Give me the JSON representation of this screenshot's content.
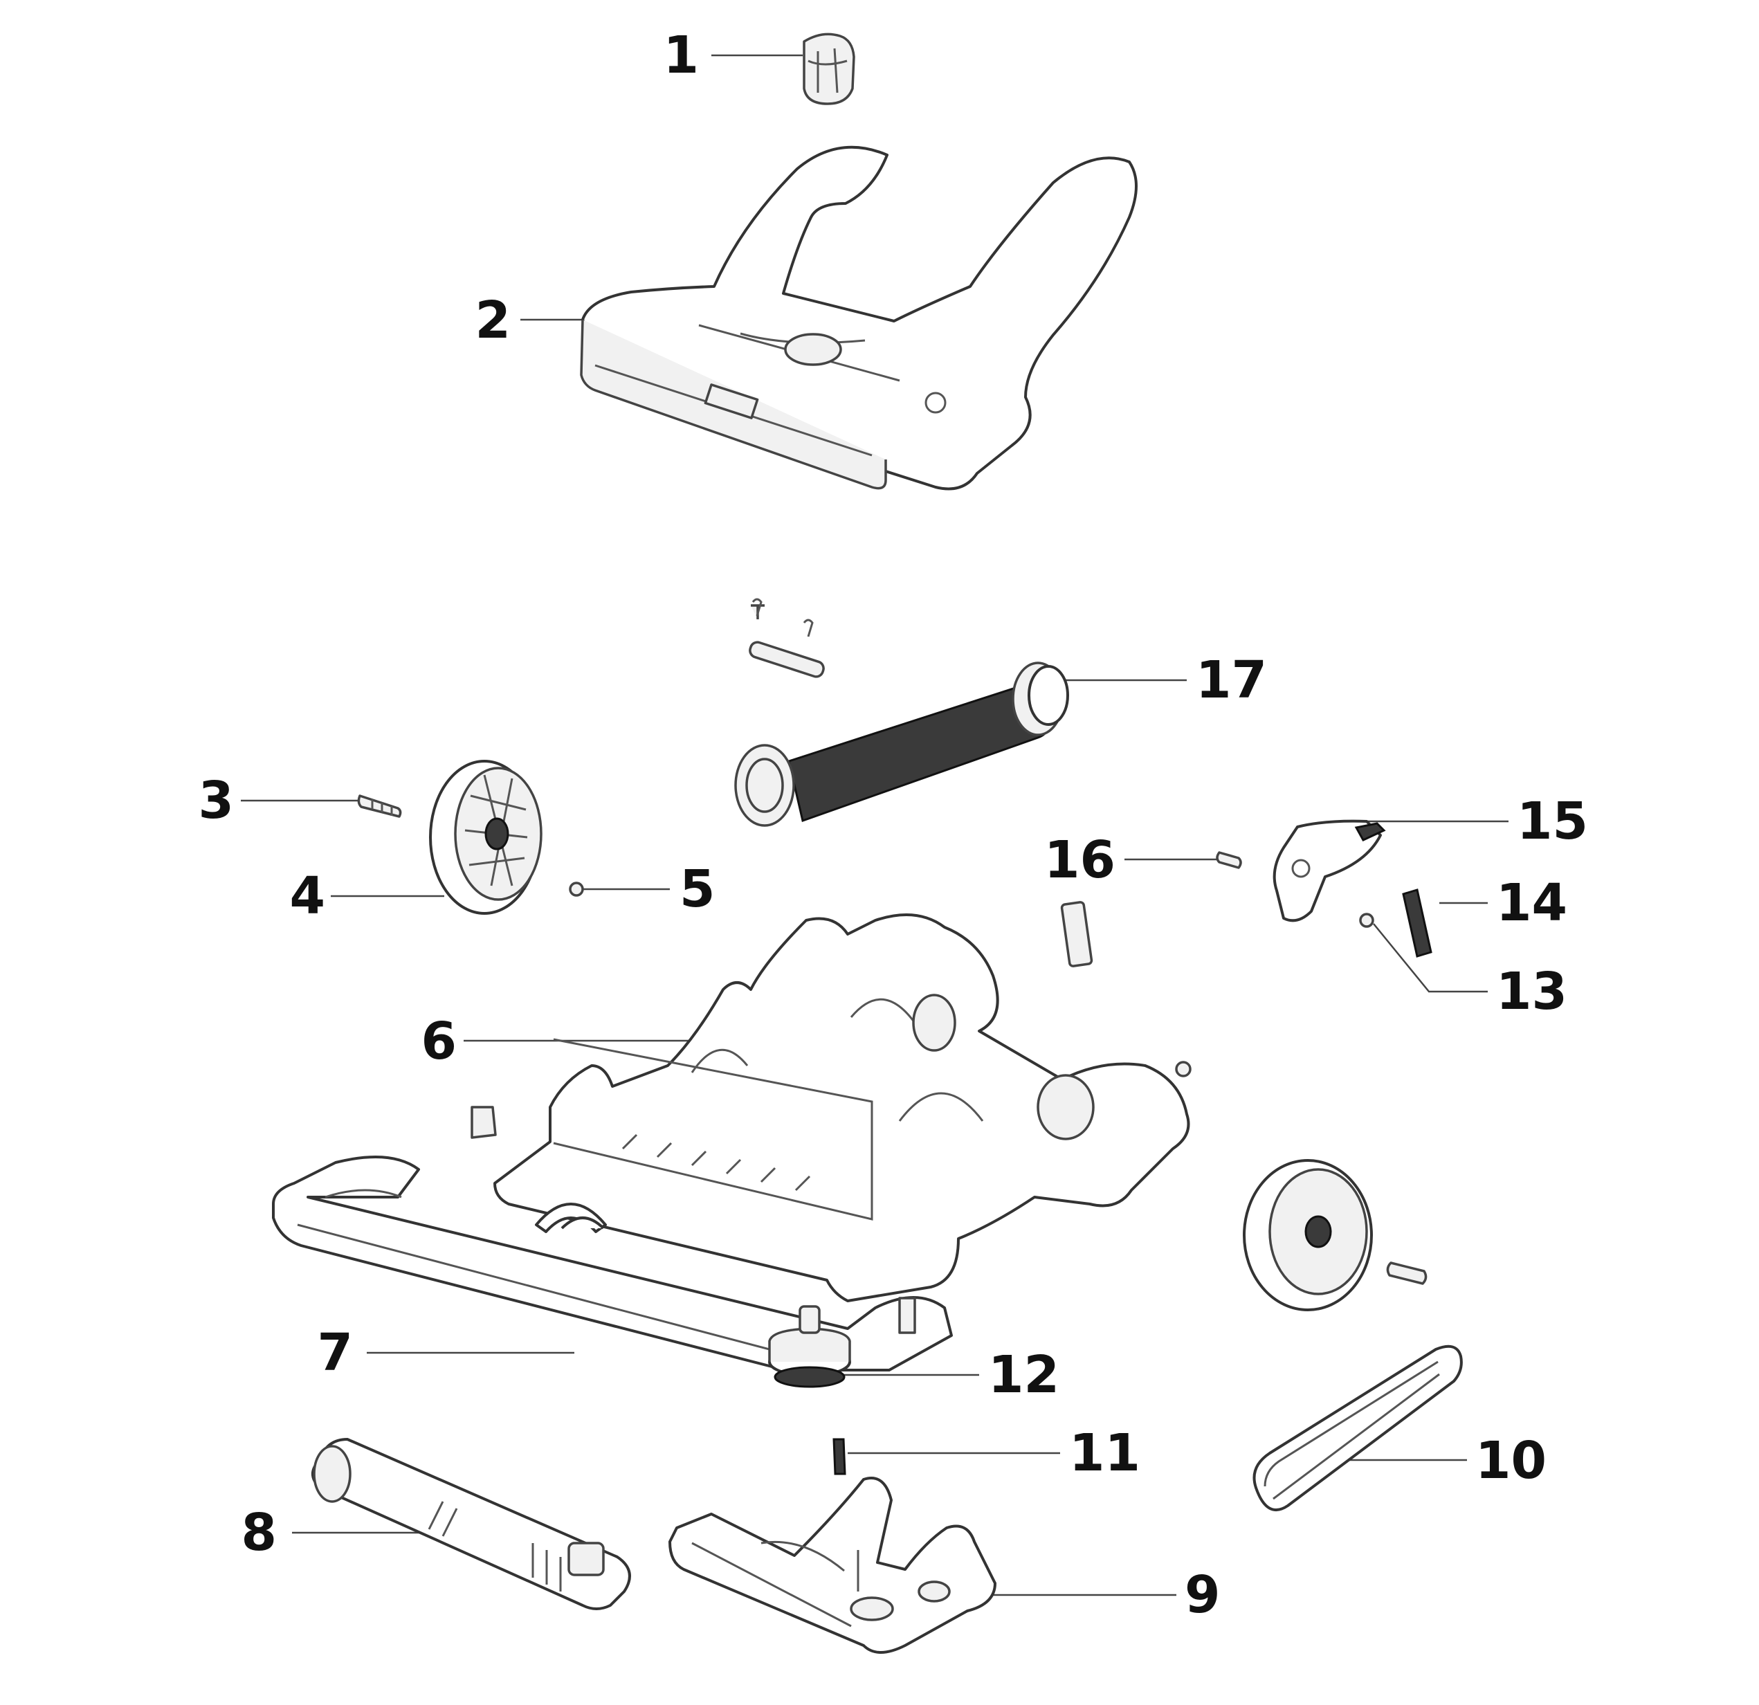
{
  "callouts": [
    {
      "id": "1"
    },
    {
      "id": "2"
    },
    {
      "id": "3"
    },
    {
      "id": "4"
    },
    {
      "id": "5"
    },
    {
      "id": "6"
    },
    {
      "id": "7"
    },
    {
      "id": "8"
    },
    {
      "id": "9"
    },
    {
      "id": "10"
    },
    {
      "id": "11"
    },
    {
      "id": "12"
    },
    {
      "id": "13"
    },
    {
      "id": "14"
    },
    {
      "id": "15"
    },
    {
      "id": "16"
    },
    {
      "id": "17"
    }
  ]
}
